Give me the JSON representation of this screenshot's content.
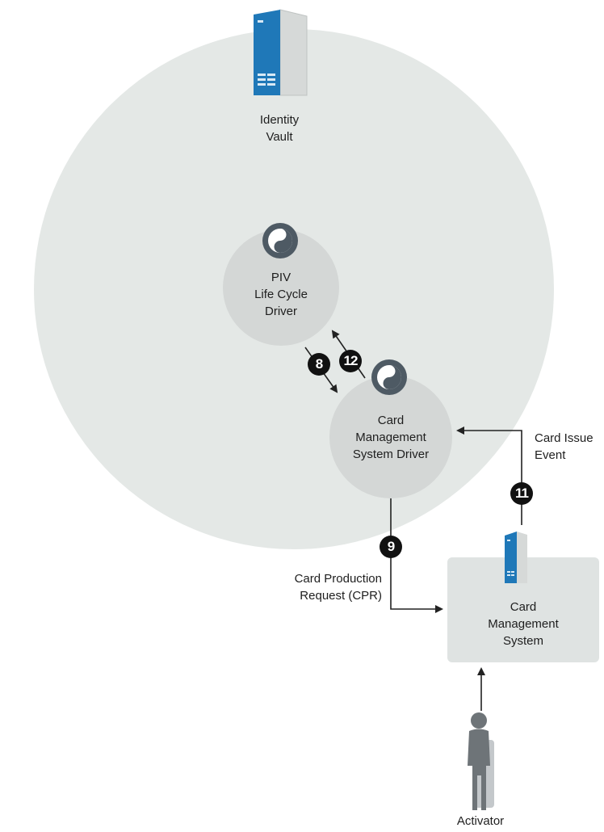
{
  "labels": {
    "identity_vault": [
      "Identity",
      "Vault"
    ],
    "piv_driver": [
      "PIV",
      "Life Cycle",
      "Driver"
    ],
    "cms_driver": [
      "Card",
      "Management",
      "System Driver"
    ],
    "card_issue_event": [
      "Card Issue",
      "Event"
    ],
    "cpr": [
      "Card Production",
      "Request (CPR)"
    ],
    "cms": [
      "Card",
      "Management",
      "System"
    ],
    "activator": "Activator"
  },
  "steps": {
    "s8": "8",
    "s9": "9",
    "s11": "11",
    "s12": "12"
  },
  "colors": {
    "vault_circle": "#e4e8e6",
    "driver_circle": "#d4d7d6",
    "cms_box": "#dfe3e2",
    "server_blue": "#1f78b8",
    "badge": "#111111",
    "arrow": "#222222",
    "person": "#6e7478"
  },
  "icons": {
    "server": "server-icon",
    "driver": "driver-icon",
    "person": "person-icon"
  }
}
